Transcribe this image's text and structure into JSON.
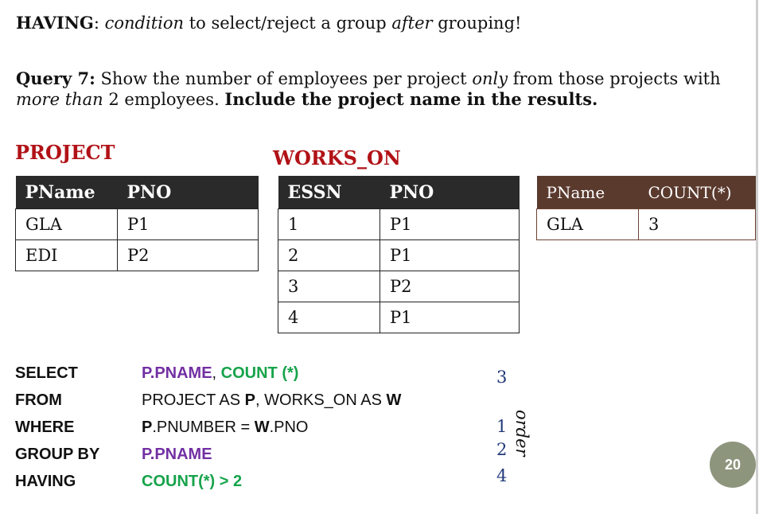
{
  "heading": {
    "keyword": "HAVING",
    "colon": ":",
    "part1": "condition",
    "part2": " to select/reject a group ",
    "part3": "after",
    "part4": " grouping!"
  },
  "query7": {
    "label": "Query 7:",
    "t1": " Show the number of employees per project ",
    "t2": "only",
    "t3": " from those projects with ",
    "t4": "more than",
    "t5": " 2 employees. ",
    "t6": "Include the project name in the results."
  },
  "project_label": "PROJECT",
  "works_on_label": "WORKS_ON",
  "project_table": {
    "headers": [
      "PName",
      "PNO"
    ],
    "rows": [
      [
        "GLA",
        "P1"
      ],
      [
        "EDI",
        "P2"
      ]
    ]
  },
  "works_on_table": {
    "headers": [
      "ESSN",
      "PNO"
    ],
    "rows": [
      [
        "1",
        "P1"
      ],
      [
        "2",
        "P1"
      ],
      [
        "3",
        "P2"
      ],
      [
        "4",
        "P1"
      ]
    ]
  },
  "result_table": {
    "headers": [
      "PName",
      "COUNT(*)"
    ],
    "rows": [
      [
        "GLA",
        "3"
      ]
    ]
  },
  "sql": {
    "keywords": [
      "SELECT",
      "FROM",
      "WHERE",
      "GROUP BY",
      "HAVING"
    ],
    "select_a": "P.PNAME",
    "select_sep": ", ",
    "select_b": "COUNT (*)",
    "from_a": "PROJECT AS ",
    "from_b": "P",
    "from_c": ", WORKS_ON AS ",
    "from_d": "W",
    "where_a": "P",
    "where_b": ".PNUMBER = ",
    "where_c": "W",
    "where_d": ".PNO",
    "group_by": "P.PNAME",
    "having": "COUNT(*) > 2"
  },
  "order_numbers": [
    "3",
    "1",
    "2",
    "4"
  ],
  "order_word": "order",
  "page_number": "20",
  "colors": {
    "red_label": "#b11217",
    "purple": "#7230a3",
    "green": "#16a34a",
    "result_header": "#5b3a2e",
    "badge": "#8d957d"
  }
}
